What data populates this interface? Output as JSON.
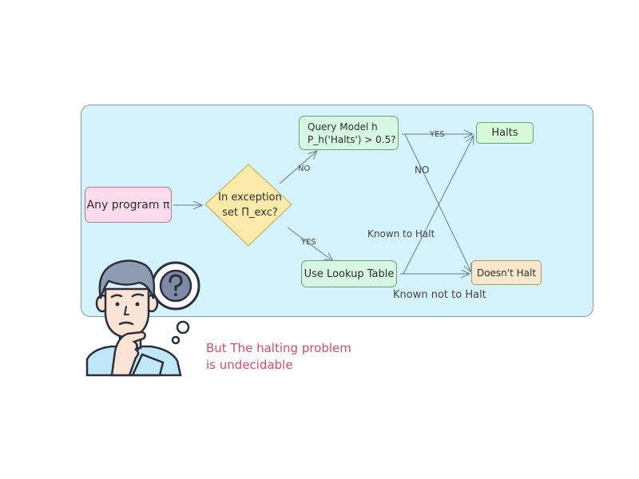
{
  "nodes": {
    "start": "Any program π",
    "decision_line1": "In exception",
    "decision_line2": "set Π_exc?",
    "query_line1": "Query Model h",
    "query_line2": "P_h('Halts') > 0.5?",
    "lookup": "Use Lookup Table",
    "halts": "Halts",
    "doesnt_halt": "Doesn't Halt"
  },
  "edges": {
    "decision_no": "NO",
    "decision_yes": "YES",
    "query_yes": "YES",
    "query_no": "NO",
    "known_to_halt": "Known to Halt",
    "known_not_to_halt": "Known not to Halt"
  },
  "caption": {
    "line1": "But The halting problem",
    "line2": "is undecidable"
  },
  "icons": {
    "person": "thinking-person-icon",
    "question": "question-mark-icon"
  },
  "colors": {
    "panel": "#d4f3fc",
    "start": "#fcdcec",
    "decision": "#fbeaa9",
    "process": "#d6f7e2",
    "halts": "#d6f9d8",
    "doesnt_halt": "#fbe7cc",
    "caption": "#d94a6a"
  }
}
